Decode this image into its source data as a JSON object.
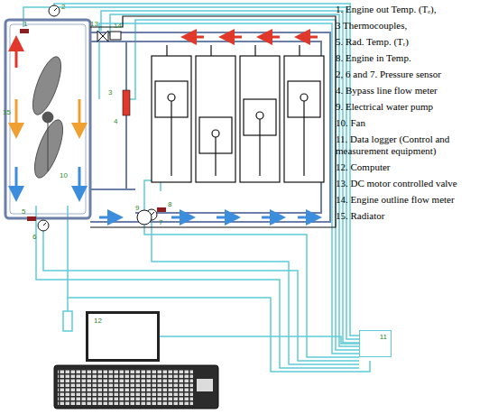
{
  "diagram": {
    "nodes": [
      {
        "text": [
          "12"
        ]
      },
      {
        "text": [
          "11"
        ]
      }
    ],
    "edges": [
      {
        "from": 0,
        "to": 1,
        "arrow": "none"
      }
    ],
    "labels": [
      "1. Engine out Temp. (Tₑ),",
      "3 Thermocouples,",
      "5. Rad. Temp. (Tᵣ)",
      "8. Engine in Temp.",
      "2, 6 and 7. Pressure sensor",
      "4. Bypass line flow meter",
      "9. Electrical water pump",
      "10. Fan",
      "11. Data logger (Control and measurement equipment)",
      "12. Computer",
      "13. DC motor controlled valve",
      "14. Engine outline flow meter",
      "15. Radiator",
      "1",
      "2",
      "13",
      "14",
      "3",
      "4",
      "15",
      "10",
      "5",
      "6",
      "9",
      "8",
      "7"
    ]
  }
}
